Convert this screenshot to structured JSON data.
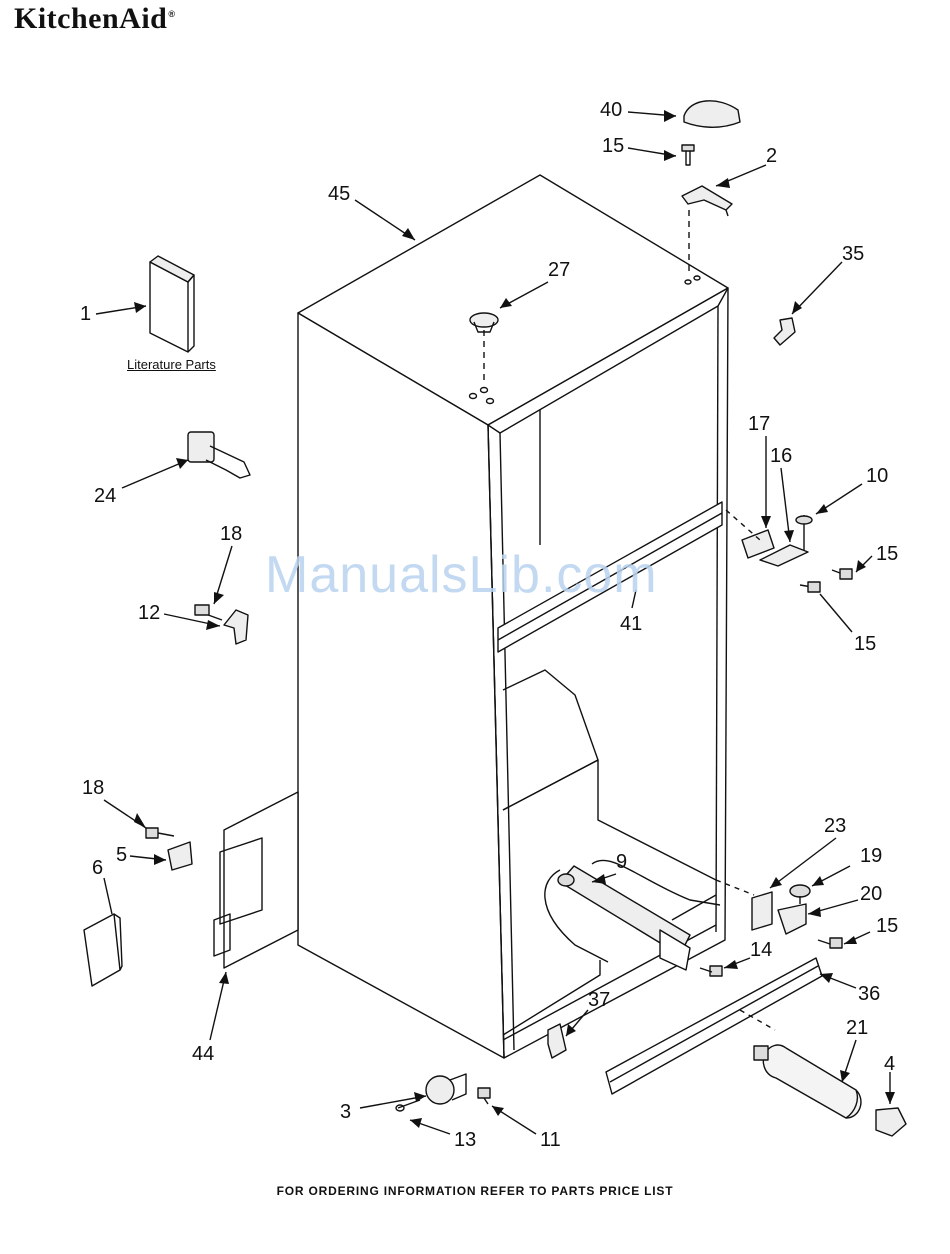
{
  "brand": {
    "name": "KitchenAid",
    "mark": "®"
  },
  "watermark": "ManualsLib.com",
  "literature_label": "Literature Parts",
  "footer": "FOR ORDERING INFORMATION REFER TO PARTS PRICE LIST",
  "callouts": {
    "c40": "40",
    "c15a": "15",
    "c2": "2",
    "c45": "45",
    "c27": "27",
    "c35": "35",
    "c1": "1",
    "c24": "24",
    "c17": "17",
    "c16": "16",
    "c10": "10",
    "c15b": "15",
    "c18a": "18",
    "c12": "12",
    "c41": "41",
    "c15c": "15",
    "c18b": "18",
    "c5": "5",
    "c6": "6",
    "c23": "23",
    "c9": "9",
    "c19": "19",
    "c20": "20",
    "c15d": "15",
    "c14": "14",
    "c36": "36",
    "c44": "44",
    "c37": "37",
    "c21": "21",
    "c4": "4",
    "c3": "3",
    "c13": "13",
    "c11": "11"
  }
}
